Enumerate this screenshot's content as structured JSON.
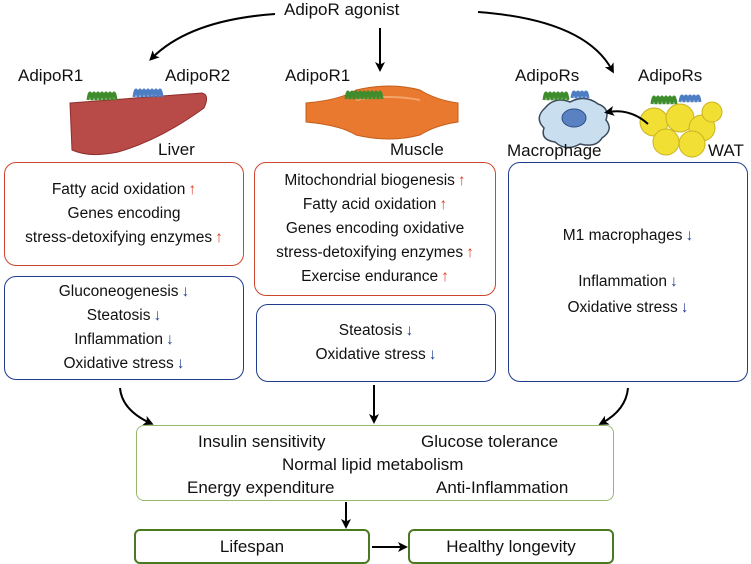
{
  "agonist": "AdipoR agonist",
  "liver": {
    "receptor1": "AdipoR1",
    "receptor2": "AdipoR2",
    "label": "Liver",
    "up_items": [
      "Fatty acid oxidation",
      "Genes encoding",
      "stress-detoxifying enzymes"
    ],
    "down_items": [
      "Gluconeogenesis",
      "Steatosis",
      "Inflammation",
      "Oxidative stress"
    ]
  },
  "muscle": {
    "receptor": "AdipoR1",
    "label": "Muscle",
    "up_items": [
      "Mitochondrial biogenesis",
      "Fatty acid oxidation",
      "Genes encoding oxidative",
      "stress-detoxifying enzymes",
      "Exercise endurance"
    ],
    "down_items": [
      "Steatosis",
      "Oxidative stress"
    ]
  },
  "adipose": {
    "receptor_macrophage": "AdipoRs",
    "receptor_wat": "AdipoRs",
    "macrophage_label": "Macrophage",
    "wat_label": "WAT",
    "down_items": [
      "M1 macrophages",
      "Inflammation",
      "Oxidative stress"
    ]
  },
  "arrows": {
    "up": "↑",
    "down": "↓"
  },
  "outcomes": {
    "insulin": "Insulin sensitivity",
    "glucose": "Glucose tolerance",
    "lipid": "Normal lipid metabolism",
    "energy": "Energy expenditure",
    "anti_inflammation": "Anti-Inflammation"
  },
  "lifespan": "Lifespan",
  "longevity": "Healthy longevity",
  "colors": {
    "up_arrow": "#e0442a",
    "down_arrow": "#1f3d8c",
    "liver": "#b84a47",
    "muscle": "#e8792f",
    "receptor_green": "#3f8c2c",
    "receptor_blue": "#4d7ec3",
    "fat_cell": "#f2df34",
    "macrophage": "#c9dff0"
  }
}
